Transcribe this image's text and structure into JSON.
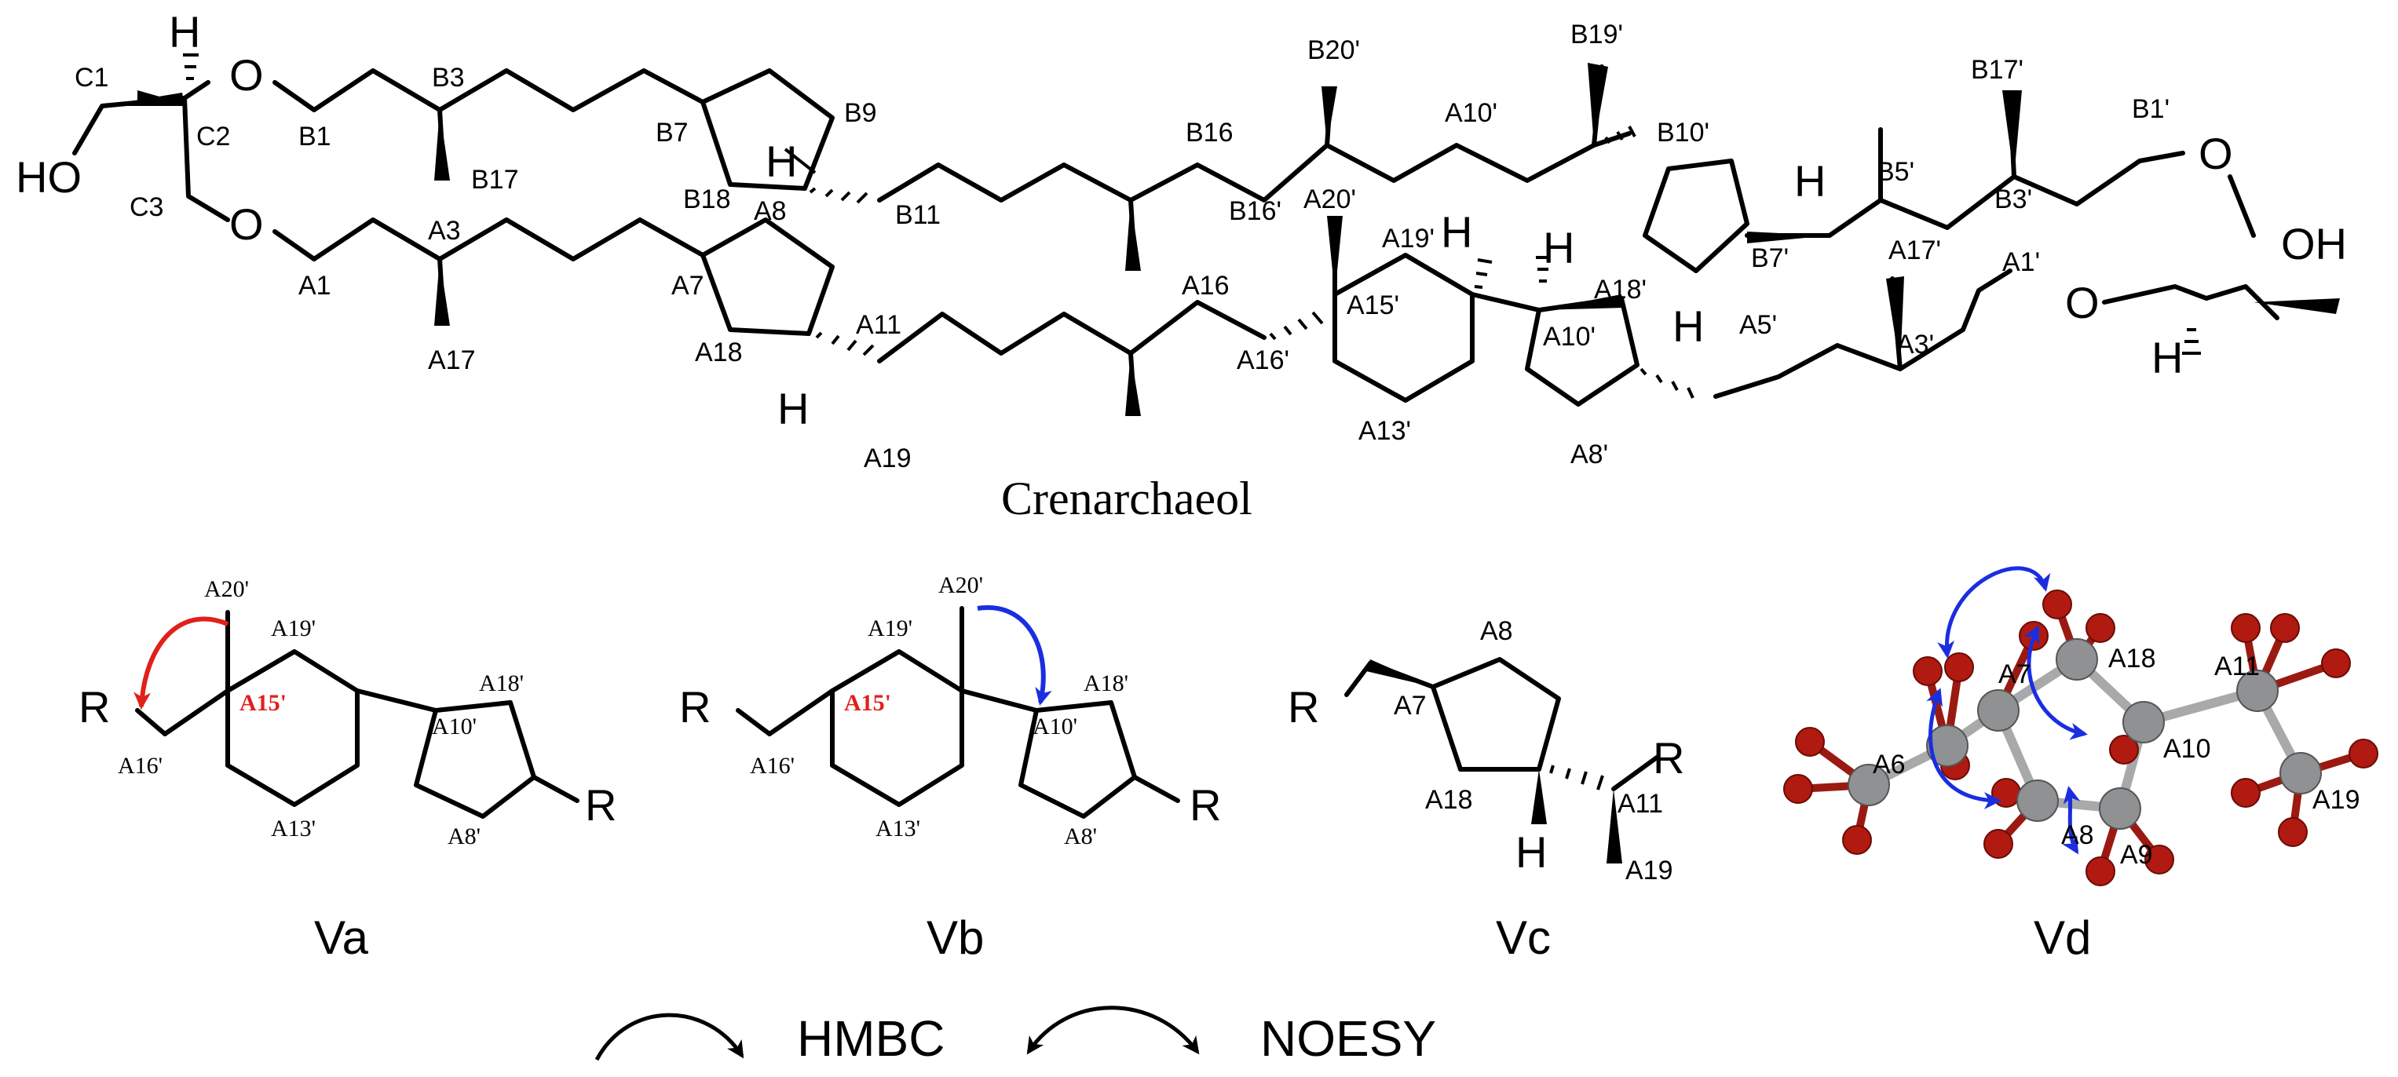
{
  "title": "Crenarchaeol",
  "crenarchaeol": {
    "labels": {
      "C1": "C1",
      "C2": "C2",
      "C3": "C3",
      "B1": "B1",
      "B3": "B3",
      "B17": "B17",
      "B7": "B7",
      "B18": "B18",
      "B9": "B9",
      "B11": "B11",
      "B16": "B16",
      "B16p": "B16'",
      "B20p": "B20'",
      "A10p_top": "A10'",
      "B19p": "B19'",
      "B10p": "B10'",
      "B7p": "B7'",
      "B5p": "B5'",
      "B17p": "B17'",
      "B3p": "B3'",
      "B1p": "B1'",
      "A1": "A1",
      "A3": "A3",
      "A17": "A17",
      "A7": "A7",
      "A8": "A8",
      "A18": "A18",
      "A11": "A11",
      "A19": "A19",
      "A16": "A16",
      "A16p": "A16'",
      "A20p": "A20'",
      "A19p": "A19'",
      "A15p": "A15'",
      "A13p": "A13'",
      "A10p": "A10'",
      "A18p": "A18'",
      "A8p": "A8'",
      "A5p": "A5'",
      "A17p": "A17'",
      "A3p": "A3'",
      "A1p": "A1'"
    },
    "atoms": {
      "O": "O",
      "H": "H",
      "HO": "HO",
      "OH": "OH"
    }
  },
  "panels": {
    "Va": {
      "caption": "Va",
      "labels": {
        "A20p": "A20'",
        "A19p": "A19'",
        "A15p": "A15'",
        "A18p": "A18'",
        "A10p": "A10'",
        "A16p": "A16'",
        "A13p": "A13'",
        "A8p": "A8'"
      },
      "R": "R"
    },
    "Vb": {
      "caption": "Vb",
      "labels": {
        "A20p": "A20'",
        "A19p": "A19'",
        "A15p": "A15'",
        "A18p": "A18'",
        "A10p": "A10'",
        "A16p": "A16'",
        "A13p": "A13'",
        "A8p": "A8'"
      },
      "R": "R"
    },
    "Vc": {
      "caption": "Vc",
      "labels": {
        "A8": "A8",
        "A7": "A7",
        "A18": "A18",
        "A11": "A11",
        "A19": "A19"
      },
      "R": "R",
      "H": "H"
    },
    "Vd": {
      "caption": "Vd",
      "labels": {
        "A7": "A7",
        "A18": "A18",
        "A11": "A11",
        "A6": "A6",
        "A10": "A10",
        "A8": "A8",
        "A9": "A9",
        "A19": "A19"
      }
    }
  },
  "legend": {
    "hmbc": "HMBC",
    "noesy": "NOESY"
  },
  "colors": {
    "hmbc_arrow": "#e0201a",
    "noesy_arrow": "#1a2ee0",
    "highlight_label": "#e0201a",
    "carbon": "#8f9193",
    "oxygen": "#b01a10"
  }
}
